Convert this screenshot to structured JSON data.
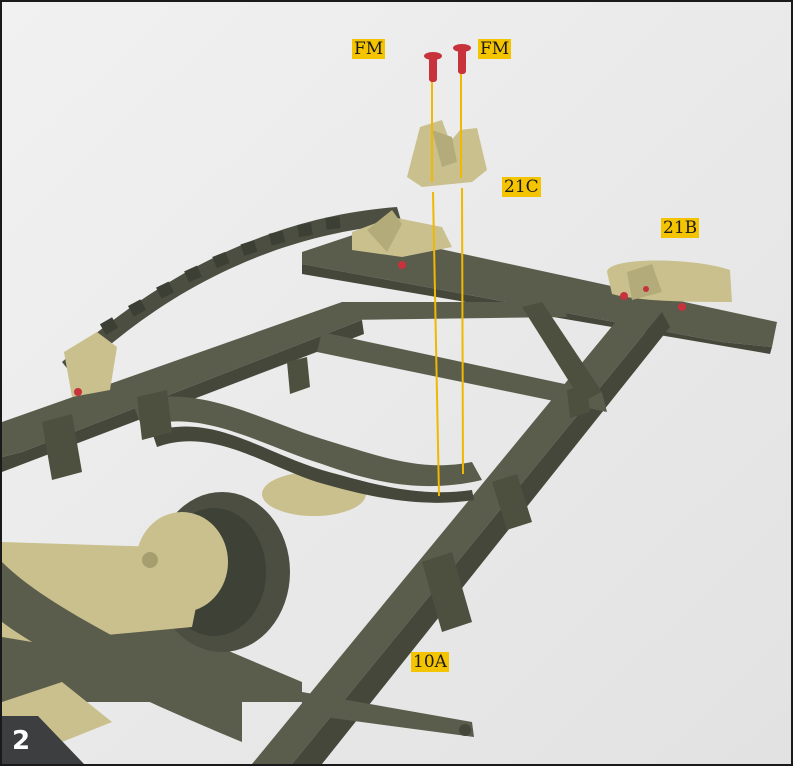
{
  "diagram": {
    "step_number": "2",
    "labels": {
      "fm_left": "FM",
      "fm_right": "FM",
      "part_21c": "21C",
      "part_21b": "21B",
      "part_10a": "10A"
    },
    "colors": {
      "background": "#ebebeb",
      "frame": "#5a5d4c",
      "frame_dark": "#44473a",
      "bracket": "#c9c08e",
      "pin": "#c8323c",
      "label": "#f5c400",
      "guide_line": "#f0b800",
      "badge": "#3c3e40"
    },
    "icons": [
      "screw-pin-icon"
    ]
  }
}
